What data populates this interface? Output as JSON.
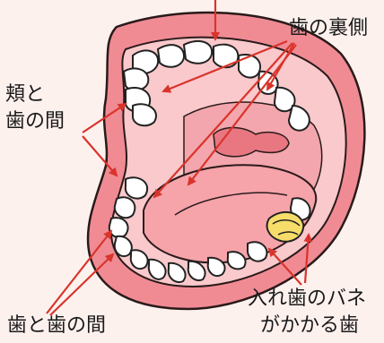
{
  "labels": {
    "back_of_teeth": "歯の裏側",
    "cheek_line1": "頬と",
    "cheek_line2": "歯の間",
    "between_teeth": "歯と歯の間",
    "clasp_line1": "入れ歯のバネ",
    "clasp_line2": "がかかる歯"
  },
  "colors": {
    "background": "#fdf1ee",
    "lip": "#f08b94",
    "lip_outline": "#2a1a1a",
    "mouth_interior": "#f9c9cc",
    "throat": "#f3a6ad",
    "tongue": "#f6a3aa",
    "tongue_top": "#f7b3b9",
    "uvula": "#e87782",
    "tooth": "#ffffff",
    "tooth_outline": "#222222",
    "denture_clasp_tooth": "#f6dd6a",
    "arrow": "#d9342b"
  }
}
